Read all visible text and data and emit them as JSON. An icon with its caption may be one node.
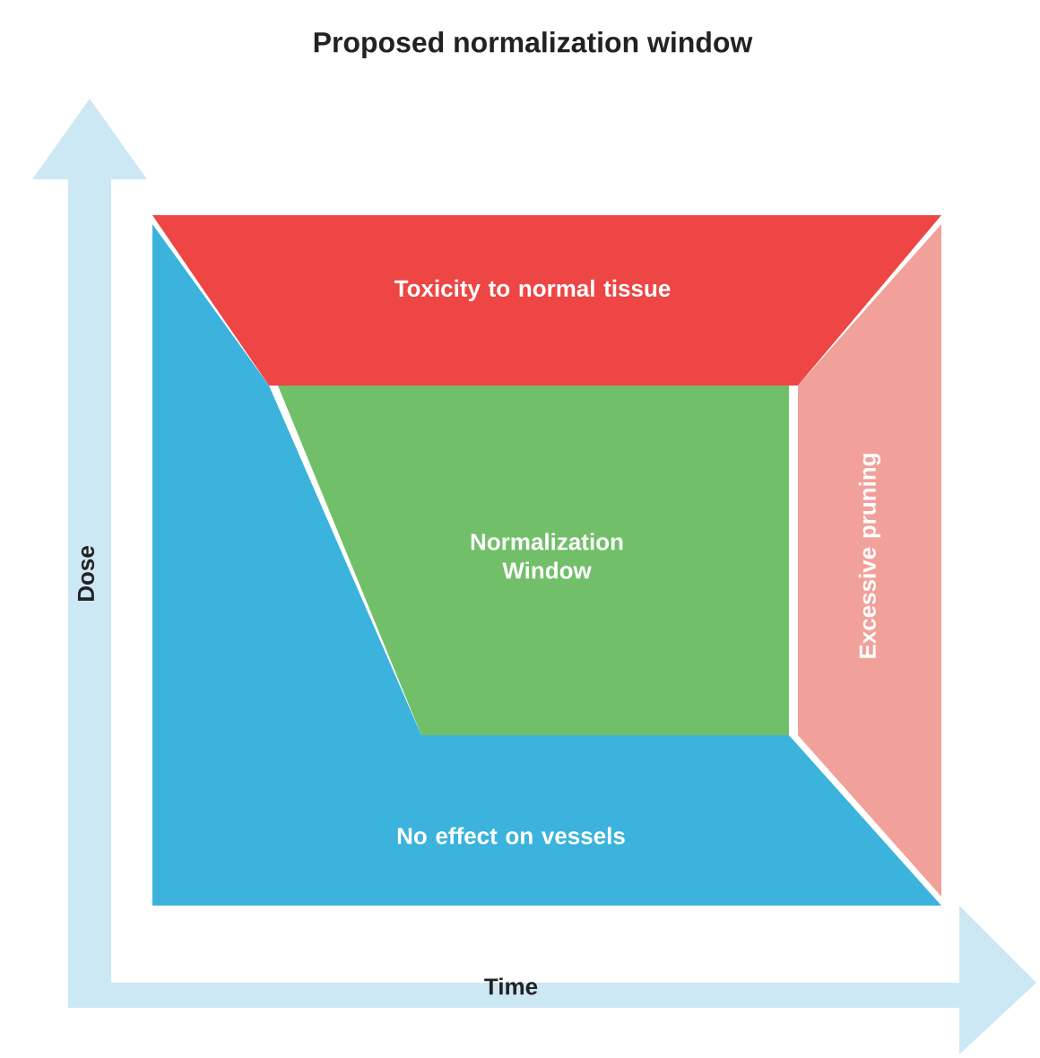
{
  "diagram": {
    "title": "Proposed normalization window",
    "nodes": [
      {
        "text": [
          "Toxicity to normal tissue"
        ]
      },
      {
        "text": [
          "Normalization Window"
        ]
      },
      {
        "text": [
          "Excessive pruning"
        ]
      },
      {
        "text": [
          "No effect on vessels"
        ]
      }
    ],
    "labels": [
      "Dose",
      "Time"
    ]
  }
}
